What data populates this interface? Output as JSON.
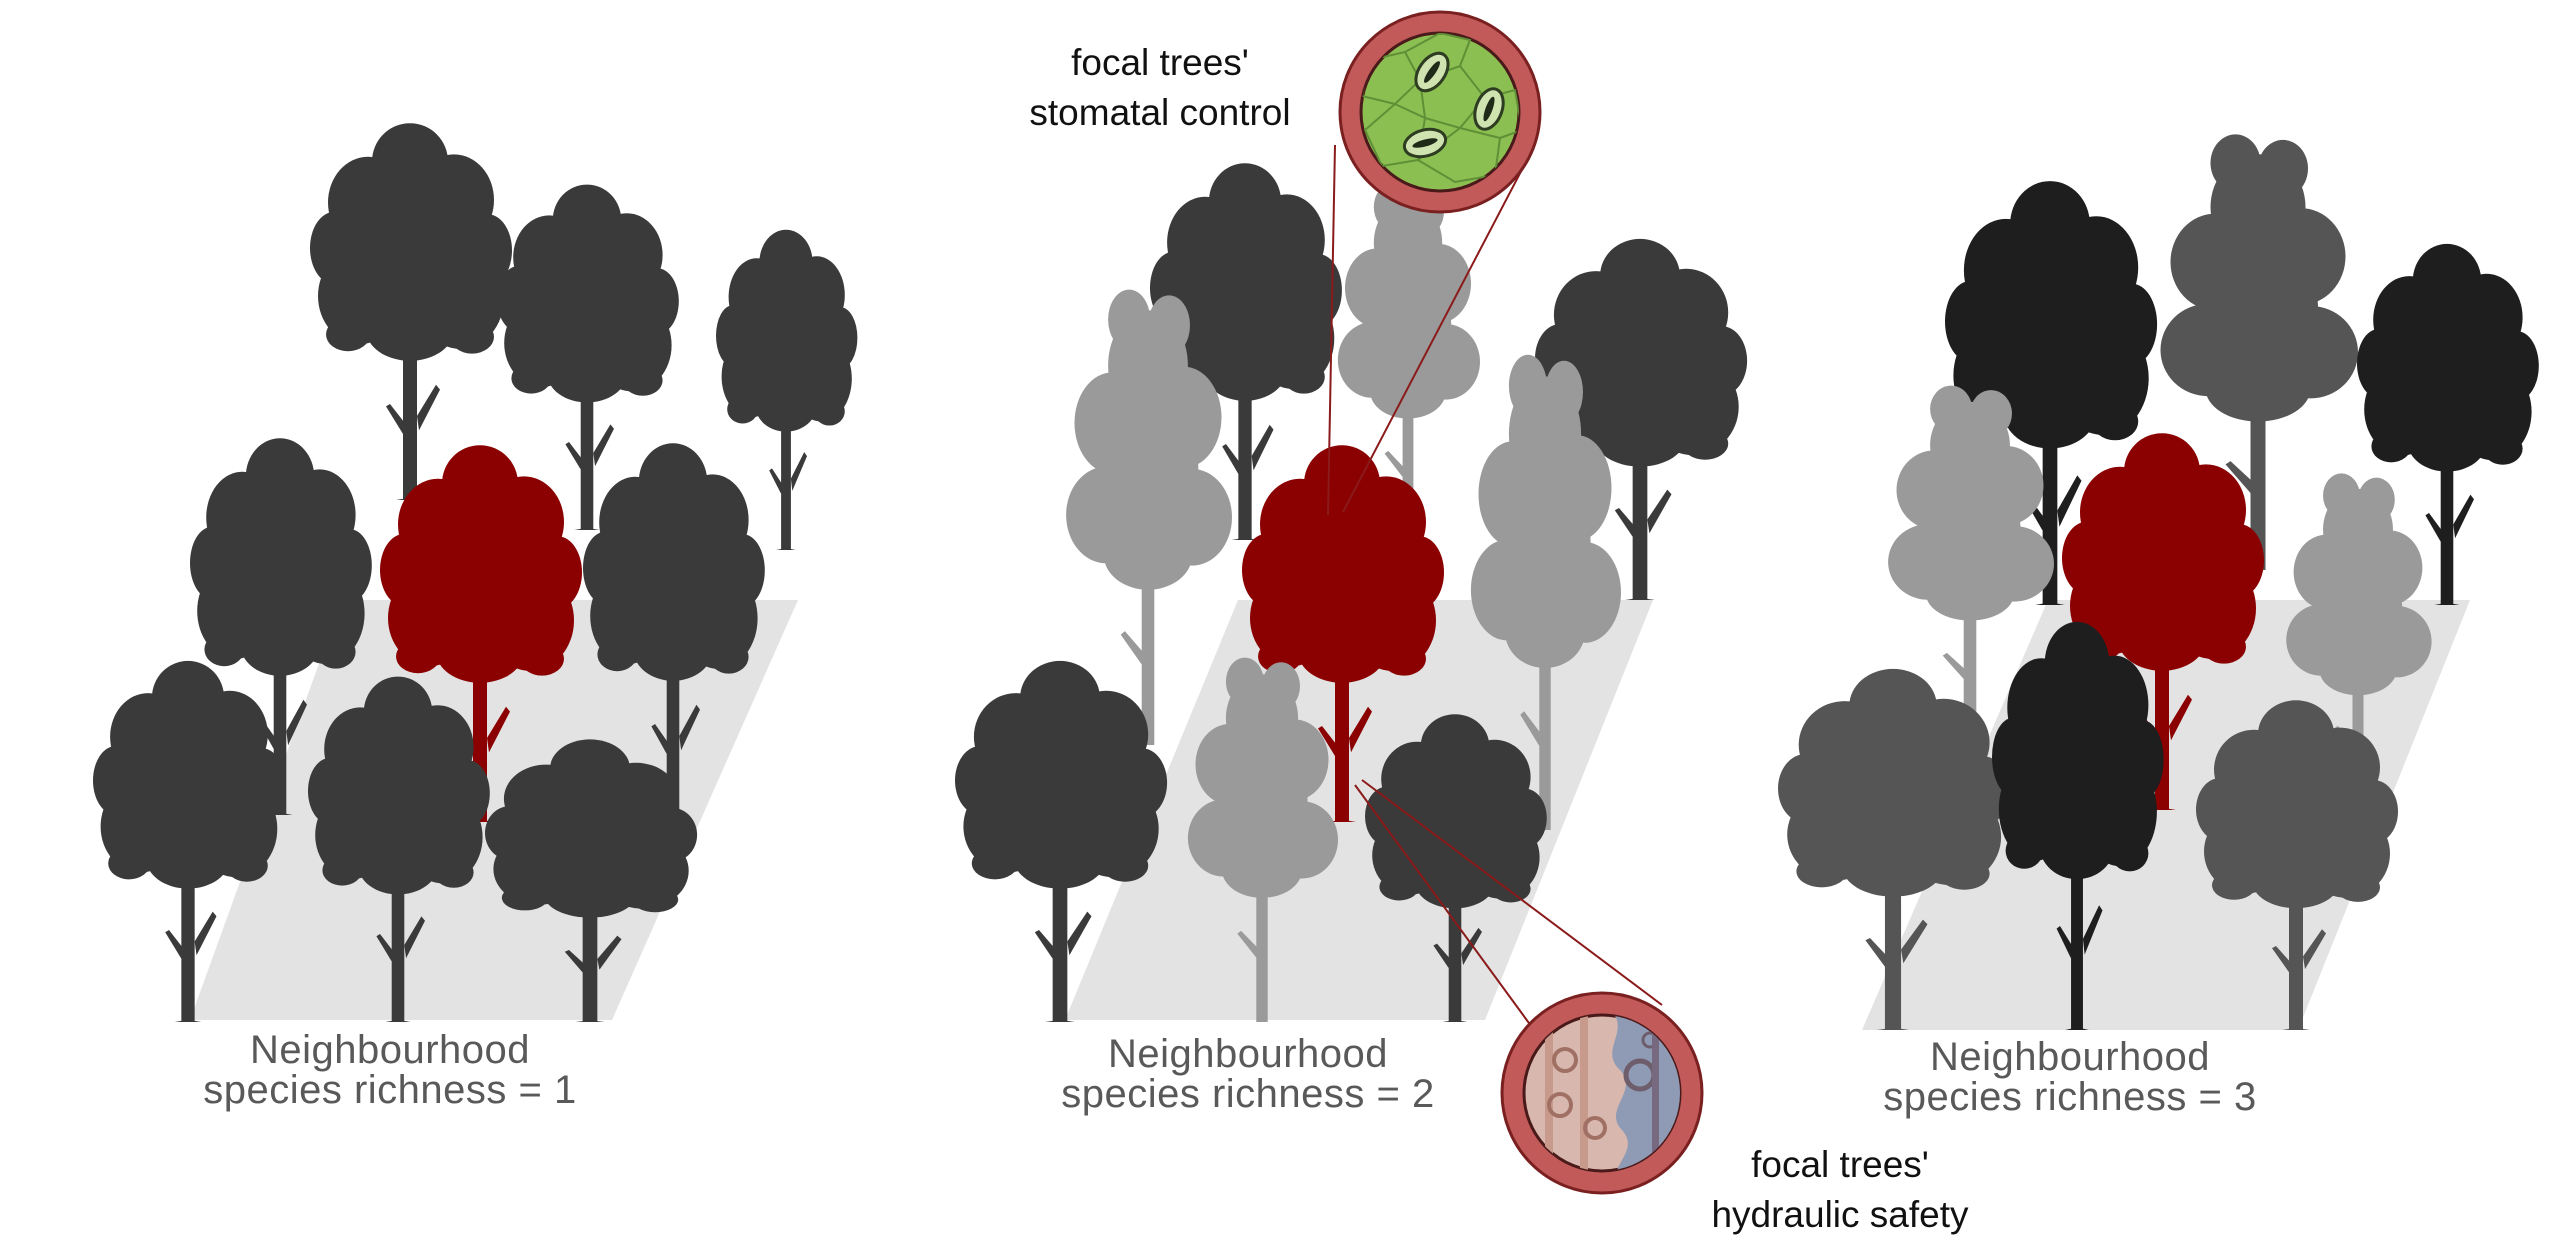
{
  "panels": [
    {
      "line1": "Neighbourhood",
      "line2": "species richness = 1"
    },
    {
      "line1": "Neighbourhood",
      "line2": "species richness = 2"
    },
    {
      "line1": "Neighbourhood",
      "line2": "species richness = 3"
    }
  ],
  "callouts": {
    "stomatal": {
      "line1": "focal trees'",
      "line2": "stomatal control"
    },
    "hydraulic": {
      "line1": "focal trees'",
      "line2": "hydraulic safety"
    }
  },
  "colors": {
    "focal_tree": "#8b0000",
    "neighbour_dark": "#3a3a3a",
    "neighbour_black": "#1e1e1e",
    "neighbour_mid": "#555555",
    "neighbour_light": "#9a9a9a",
    "plot_ground": "#e3e3e3",
    "leaf_tissue": "#8cbf52",
    "xylem_tissue": "#d8b8ae",
    "xylem_blue": "#8f9bb5",
    "callout_ring": "#c25a5a",
    "callout_line": "#8b1a1a",
    "label_text": "#595959"
  }
}
